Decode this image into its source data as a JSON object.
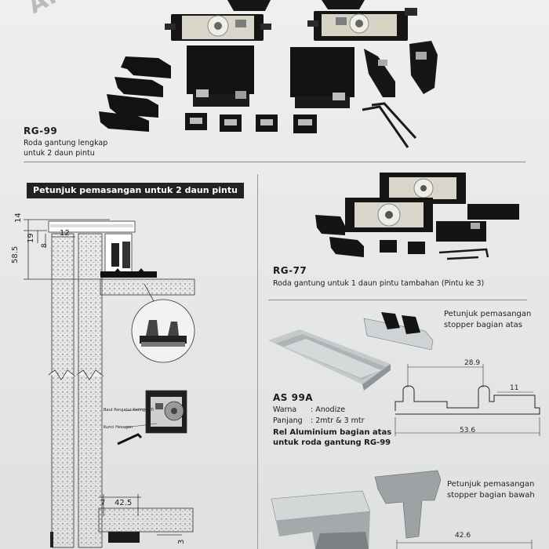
{
  "watermark": "ANGKASA",
  "rg99": {
    "code": "RG-99",
    "desc_line1": "Roda gantung lengkap",
    "desc_line2": "untuk 2 daun pintu"
  },
  "banner": "Petunjuk pemasangan untuk 2 daun pintu",
  "diagram_left": {
    "dims": [
      "14",
      "19",
      "8",
      "12",
      "58.5",
      "7",
      "42.5",
      "3"
    ],
    "callouts": [
      "Baut Pengatur Ketinggian",
      "Kunci Hexagon"
    ]
  },
  "rg77": {
    "code": "RG-77",
    "desc": "Roda gantung untuk 1 daun pintu tambahan (Pintu ke 3)"
  },
  "stopper_top": {
    "line1": "Petunjuk pemasangan",
    "line2": "stopper bagian atas"
  },
  "as99a": {
    "code": "AS 99A",
    "warna_label": "Warna",
    "warna_value": ": Anodize",
    "panjang_label": "Panjang",
    "panjang_value": ": 2mtr & 3 mtr",
    "note_line1": "Rel Aluminium bagian atas",
    "note_line2": "untuk roda gantung RG-99",
    "dims": [
      "28.9",
      "11",
      "53.6"
    ]
  },
  "stopper_bottom": {
    "line1": "Petunjuk pemasangan",
    "line2": "stopper bagian bawah",
    "dim": "42.6"
  },
  "colors": {
    "page": "#e9eaea",
    "hardware_black": "#111111",
    "banner": "#222222",
    "aluminium": "#b9bdbf"
  }
}
